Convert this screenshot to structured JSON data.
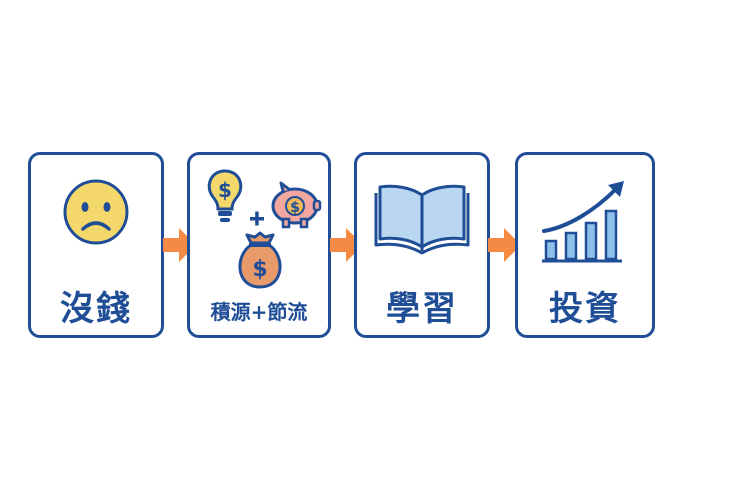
{
  "steps": [
    {
      "label": "沒錢",
      "icon": "sad-face-icon"
    },
    {
      "label": "積源+節流",
      "icon": "money-ideas-icon"
    },
    {
      "label": "學習",
      "icon": "open-book-icon"
    },
    {
      "label": "投資",
      "icon": "growth-chart-icon"
    }
  ],
  "colors": {
    "border": "#1f4e96",
    "arrow": "#f58a45",
    "face": "#f5d86b",
    "coin": "#f0b85a",
    "pig": "#f2a8a0",
    "bag": "#e89a6a",
    "book": "#b9d7f0",
    "bar": "#8fc0ea"
  }
}
